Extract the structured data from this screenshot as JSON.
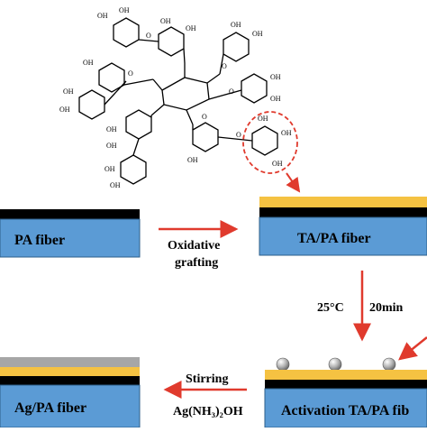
{
  "molecule": {
    "group_label": "OH",
    "ester_label": "O"
  },
  "fibers": {
    "pa": "PA fiber",
    "ta_pa": "TA/PA fiber",
    "activation": "Activation TA/PA fib",
    "ag_pa": "Ag/PA fiber"
  },
  "steps": {
    "step1_line1": "Oxidative",
    "step1_line2": "grafting",
    "step2_temp": "25°C",
    "step2_time": "20min",
    "step3_line1": "Stirring",
    "step3_line2": "Ag(NH₃)₂OH"
  },
  "colors": {
    "fiber_blue": "#5b9bd5",
    "black_layer": "#000000",
    "yellow_layer": "#f5c242",
    "gray_layer": "#a6a6a6",
    "arrow_red": "#e03a2d",
    "highlight_dash": "#e03a2d",
    "silver_particle": "#c8c8c8"
  }
}
